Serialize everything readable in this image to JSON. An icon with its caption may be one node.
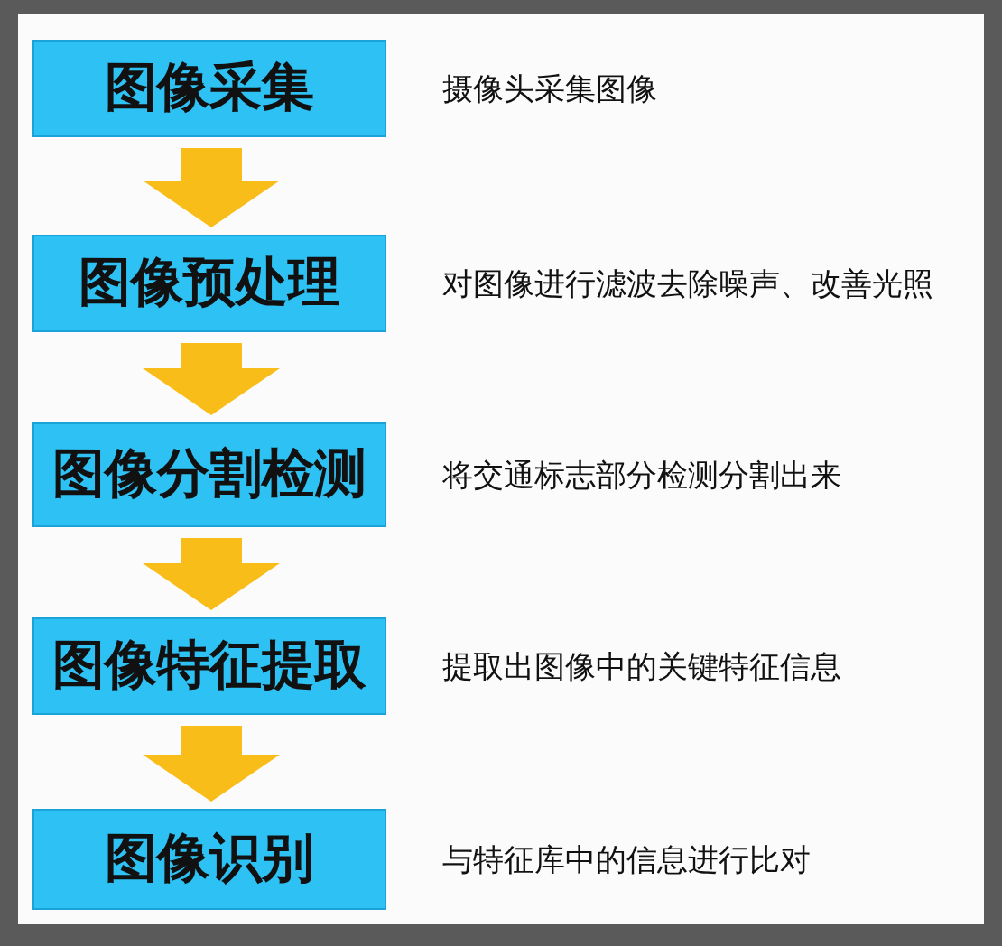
{
  "diagram": {
    "nodes": [
      {
        "text": [
          "图像采集"
        ],
        "beside": [
          "摄像头采集图像"
        ]
      },
      {
        "text": [
          "图像预处理"
        ],
        "beside": [
          "对图像进行滤波去除噪声、改善光照"
        ]
      },
      {
        "text": [
          "图像分割检测"
        ],
        "beside": [
          "将交通标志部分检测分割出来"
        ]
      },
      {
        "text": [
          "图像特征提取"
        ],
        "beside": [
          "提取出图像中的关键特征信息"
        ]
      },
      {
        "text": [
          "图像识别"
        ],
        "beside": [
          "与特征库中的信息进行比对"
        ]
      }
    ],
    "edges": [
      {
        "from": 0,
        "to": 1,
        "arrow": "to"
      },
      {
        "from": 1,
        "to": 2,
        "arrow": "to"
      },
      {
        "from": 2,
        "to": 3,
        "arrow": "to"
      },
      {
        "from": 3,
        "to": 4,
        "arrow": "to"
      }
    ]
  }
}
